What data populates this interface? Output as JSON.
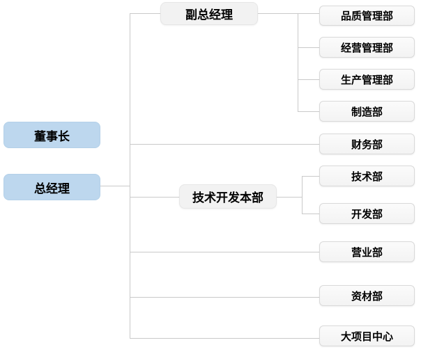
{
  "diagram": {
    "type": "organization-chart",
    "nodes": {
      "chairman": "董事长",
      "general_manager": "总经理",
      "deputy_general_manager": "副总经理",
      "tech_development_division": "技术开发本部",
      "quality_management": "品质管理部",
      "business_management": "经营管理部",
      "production_management": "生产管理部",
      "manufacturing": "制造部",
      "finance": "财务部",
      "technology": "技术部",
      "development": "开发部",
      "sales": "营业部",
      "materials": "资材部",
      "major_projects": "大项目中心"
    },
    "hierarchy": {
      "董事长": {},
      "总经理": {
        "副总经理": [
          "品质管理部",
          "经营管理部",
          "生产管理部",
          "制造部"
        ],
        "财务部": [],
        "技术开发本部": [
          "技术部",
          "开发部"
        ],
        "营业部": [],
        "资材部": [],
        "大项目中心": []
      }
    },
    "colors": {
      "executive_fill": "#bdd7ee",
      "manager_fill": "#f2f2f2",
      "department_fill": "#f7f7f7",
      "department_border": "#d9d9d9",
      "connector": "#c9c9c9",
      "text": "#000000"
    }
  }
}
